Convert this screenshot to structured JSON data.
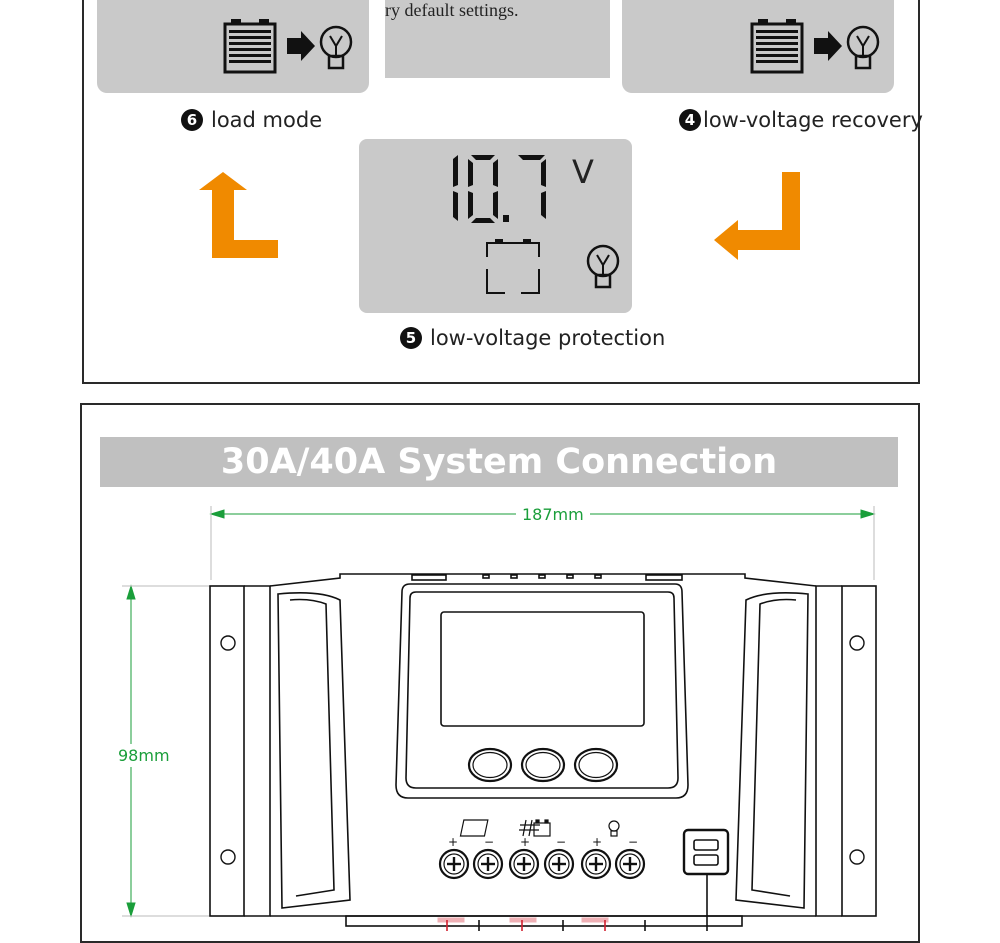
{
  "top_panel": {
    "note_text": "ry default settings.",
    "load_mode": {
      "num": "6",
      "label": "load mode"
    },
    "low_voltage_recovery": {
      "num": "4",
      "label": "low-voltage recovery"
    },
    "low_voltage_protection": {
      "num": "5",
      "label": "low-voltage protection"
    },
    "lcd_reading": "10.7",
    "lcd_unit": "V",
    "arrow_color": "#f08a00"
  },
  "connection": {
    "title": "30A/40A  System Connection",
    "width_label": "187mm",
    "height_label": "98mm",
    "terminal_signs": [
      "+",
      "−",
      "+",
      "−",
      "+",
      "−"
    ]
  }
}
